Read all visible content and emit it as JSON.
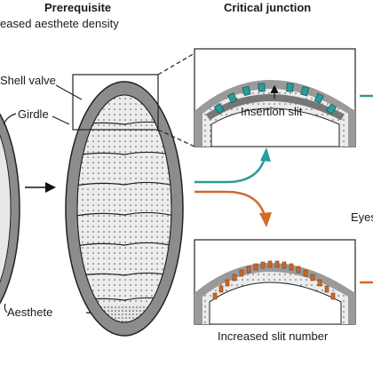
{
  "header": {
    "prerequisite_title": "Prerequisite",
    "prerequisite_subtitle": "eased aesthete density",
    "critical_title": "Critical junction"
  },
  "labels": {
    "shell_valve": "Shell valve",
    "girdle": "Girdle",
    "aesthete": "Aesthete",
    "insertion_slit": "Insertion slit",
    "increased_slit_number": "Increased slit number",
    "eyes": "Eyes"
  },
  "colors": {
    "teal": "#2a9c9c",
    "orange": "#d3692a",
    "girdle_gray": "#8c8c8c",
    "valve_light": "#ececec"
  }
}
